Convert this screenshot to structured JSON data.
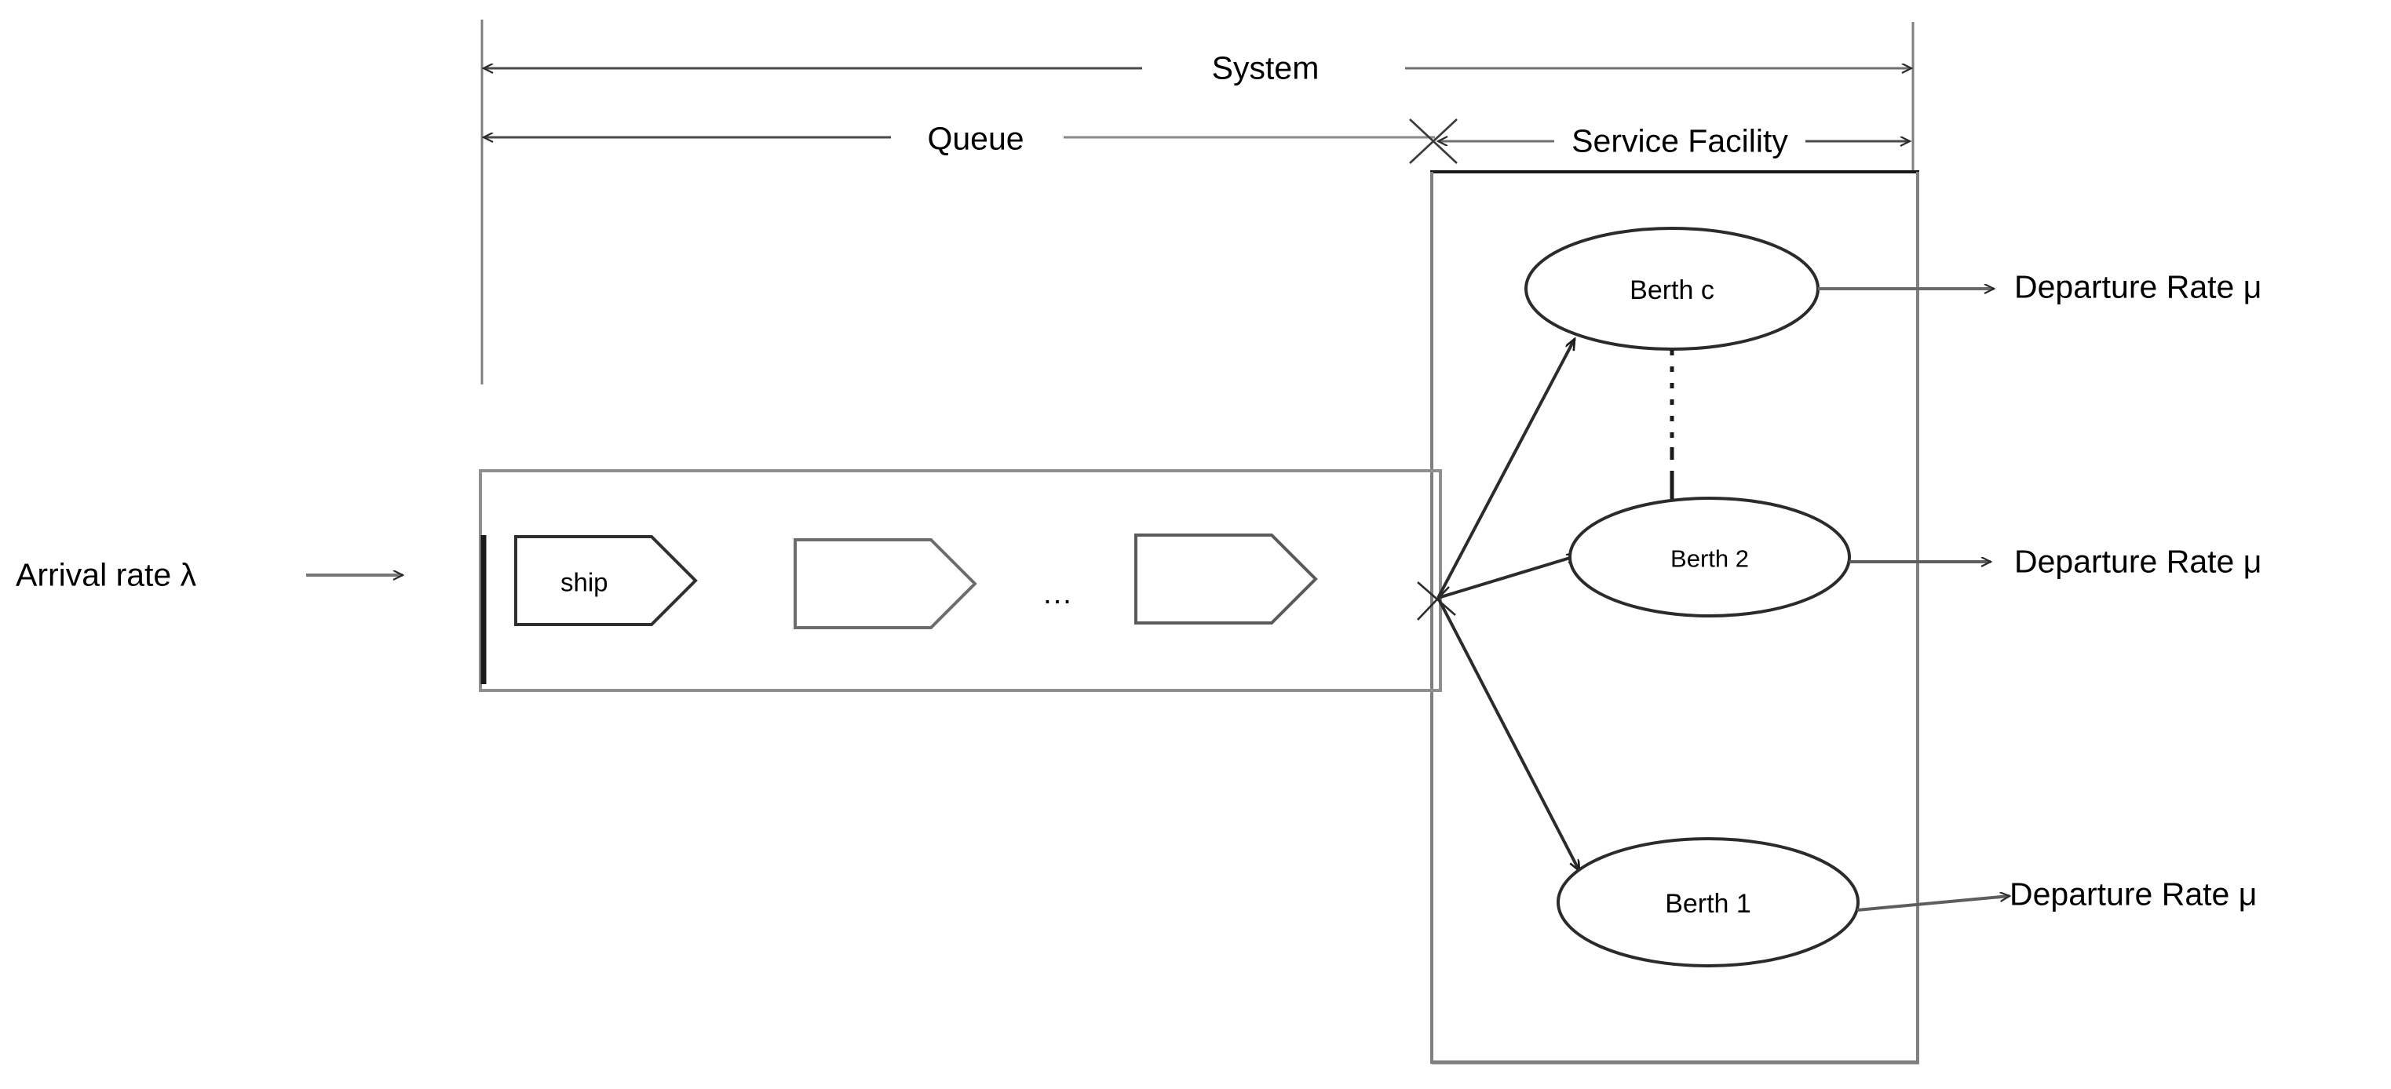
{
  "diagram": {
    "title_semantic": "multi-server-queueing-system",
    "brackets": {
      "system_label": "System",
      "queue_label": "Queue",
      "service_facility_label": "Service Facility"
    },
    "arrival": {
      "label": "Arrival rate λ",
      "arrow_icon": "arrow-right-icon"
    },
    "queue": {
      "ellipsis": "...",
      "ships": [
        {
          "label": "ship"
        },
        {
          "label": ""
        },
        {
          "label": ""
        }
      ]
    },
    "service_facility": {
      "berths": [
        {
          "name": "Berth c",
          "departure_label": "Departure Rate μ"
        },
        {
          "name": "Berth 2",
          "departure_label": "Departure Rate μ"
        },
        {
          "name": "Berth 1",
          "departure_label": "Departure Rate μ"
        }
      ]
    },
    "colors": {
      "stroke_dark": "#2b2b2b",
      "stroke_gray": "#808080",
      "stroke_mid": "#595959",
      "text": "#000000",
      "background": "#ffffff"
    }
  }
}
